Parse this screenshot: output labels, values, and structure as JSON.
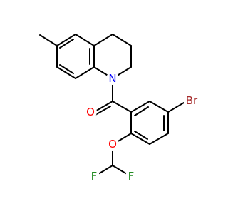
{
  "molecule": {
    "atoms": {
      "N": {
        "text": "N",
        "color": "#0000ff"
      },
      "O_carbonyl": {
        "text": "O",
        "color": "#ff0000"
      },
      "O_ether": {
        "text": "O",
        "color": "#ff0000"
      },
      "Br": {
        "text": "Br",
        "color": "#a52a2a"
      },
      "F1": {
        "text": "F",
        "color": "#228b22"
      },
      "F2": {
        "text": "F",
        "color": "#228b22"
      }
    },
    "bond_color": "#000000",
    "background": "#ffffff"
  }
}
